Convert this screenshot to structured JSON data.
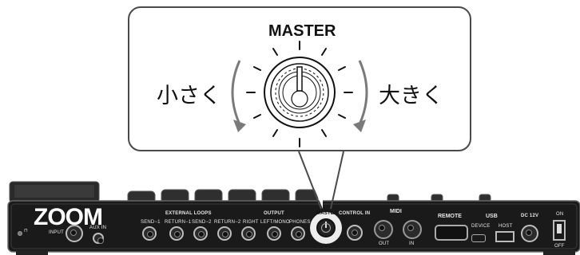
{
  "callout": {
    "title": "MASTER",
    "left_label": "小さく",
    "right_label": "大きく"
  },
  "device": {
    "brand": "ZOOM",
    "input_label": "INPUT",
    "aux_in_label": "AUX IN",
    "external_loops_label": "EXTERNAL LOOPS",
    "send1_label": "SEND−1",
    "return1_label": "RETURN−1",
    "send2_label": "SEND−2",
    "return2_label": "RETURN−2",
    "output_label": "OUTPUT",
    "right_label": "RIGHT",
    "left_mono_label": "LEFT/MONO",
    "phones_label": "PHONES",
    "master_label": "MASTER",
    "control_in_label": "CONTROL IN",
    "midi_label": "MIDI",
    "midi_out_label": "OUT",
    "midi_in_label": "IN",
    "remote_label": "REMOTE",
    "usb_label": "USB",
    "device_label": "DEVICE",
    "host_label": "HOST",
    "dc_label": "DC 12V",
    "on_label": "ON",
    "off_label": "OFF"
  },
  "colors": {
    "panel": "#1a1a1a",
    "callout_border": "#4a4a4a",
    "arrow": "#7a7a7a",
    "highlight": "#ffffff"
  }
}
